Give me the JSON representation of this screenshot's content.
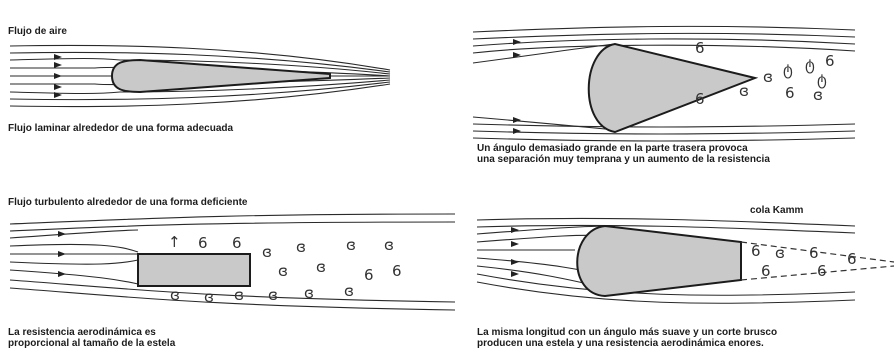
{
  "panel_a": {
    "label_top": "Flujo de aire",
    "caption": "Flujo laminar alrededor de una forma adecuada"
  },
  "panel_b": {
    "caption_line1": "Un ángulo demasiado grande en la parte trasera provoca",
    "caption_line2": "una separación muy temprana y un aumento de la resistencia"
  },
  "panel_c": {
    "label_top": "Flujo turbulento alrededor de una forma deficiente",
    "caption_line1": "La resistencia aerodinámica es",
    "caption_line2": "proporcional al tamaño de la estela"
  },
  "panel_d": {
    "label_tail": "cola Kamm",
    "caption_line1": "La misma longitud con un ángulo más suave y un corte brusco",
    "caption_line2": "producen una estela y una resistencia aerodinámica enores."
  },
  "icons": {
    "eddy": "spiral-eddy-icon",
    "arrow": "flow-arrow-icon"
  },
  "colors": {
    "body_fill": "#c9c9c9",
    "stroke": "#1c1c1c"
  }
}
